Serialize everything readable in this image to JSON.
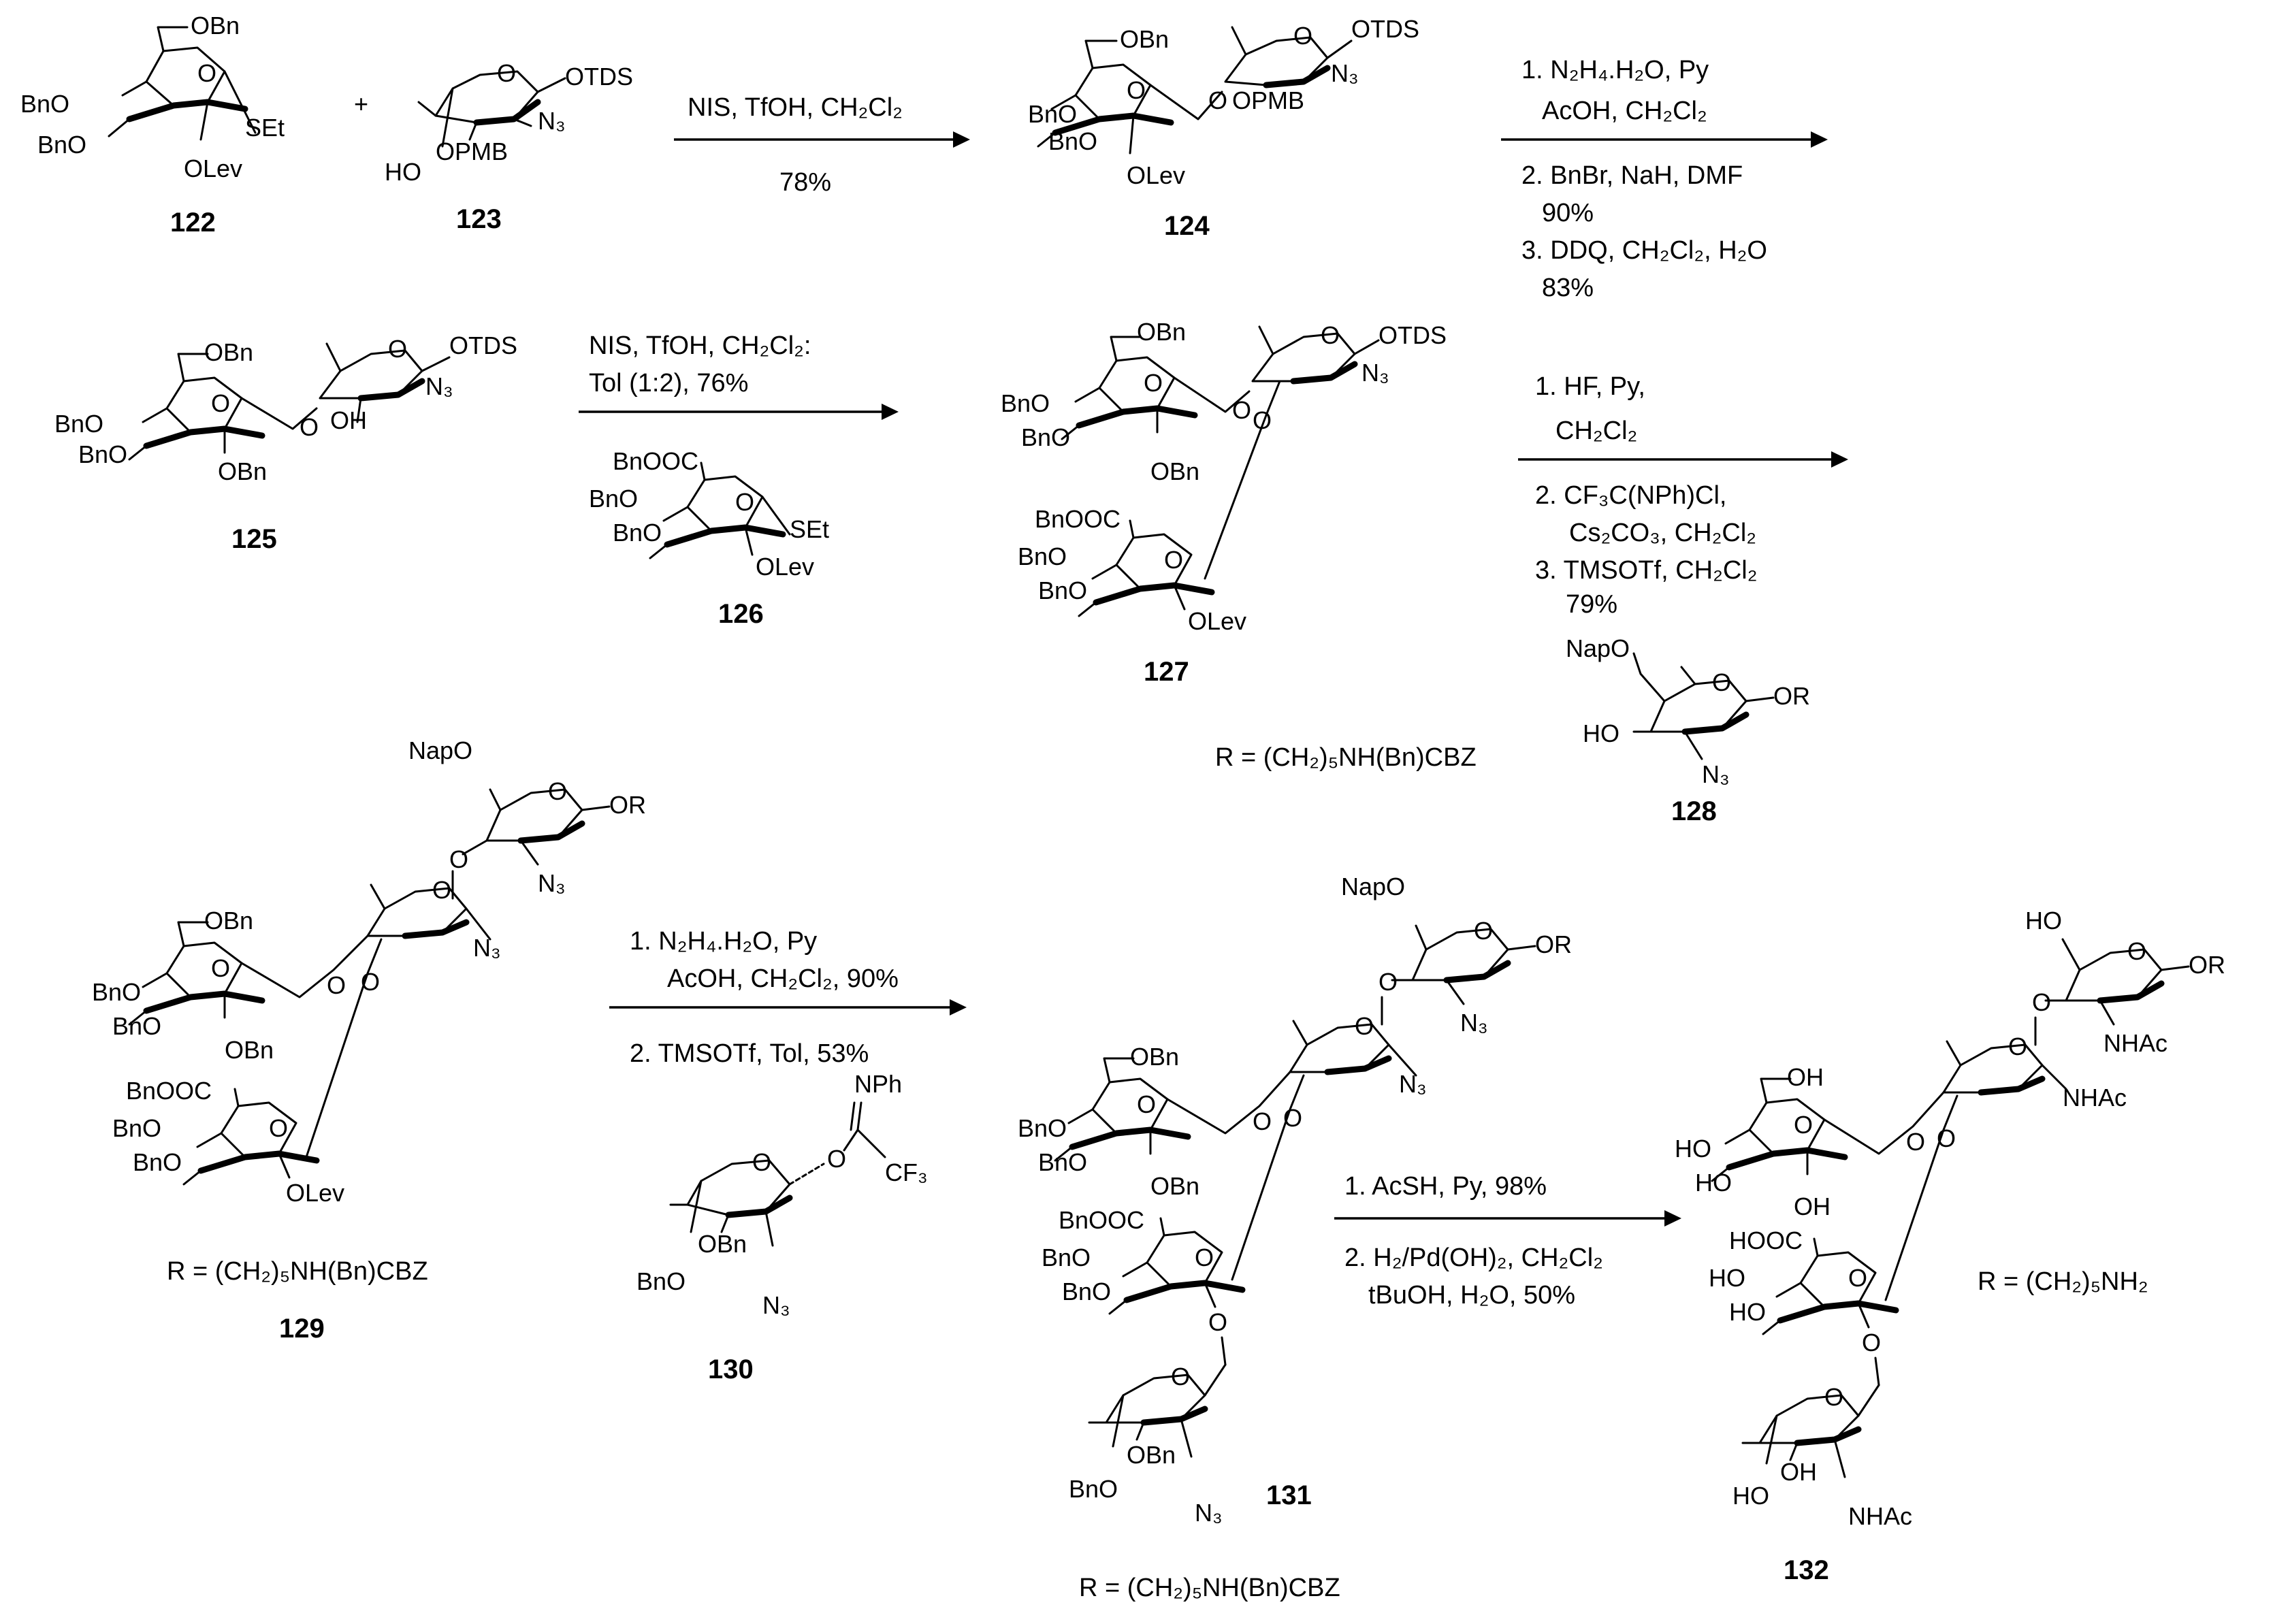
{
  "compounds": {
    "c122": "122",
    "c123": "123",
    "c124": "124",
    "c125": "125",
    "c126": "126",
    "c127": "127",
    "c128": "128",
    "c129": "129",
    "c130": "130",
    "c131": "131",
    "c132": "132"
  },
  "labels": {
    "OBn": "OBn",
    "BnO": "BnO",
    "SEt": "SEt",
    "OLev": "OLev",
    "OTDS": "OTDS",
    "N3": "N₃",
    "OPMB": "OPMB",
    "HO": "HO",
    "OH": "OH",
    "BnOOC": "BnOOC",
    "HOOC": "HOOC",
    "NapO": "NapO",
    "OR": "OR",
    "NHAc": "NHAc",
    "NPh": "NPh",
    "CF3": "CF₃",
    "O": "O",
    "plus": "+"
  },
  "conditions": {
    "step1_top": "NIS, TfOH, CH₂Cl₂",
    "step1_yield": "78%",
    "step2_line1": "1. N₂H₄.H₂O, Py",
    "step2_line2": "AcOH, CH₂Cl₂",
    "step2_line3": "2. BnBr, NaH, DMF",
    "step2_line4": "90%",
    "step2_line5": "3. DDQ, CH₂Cl₂, H₂O",
    "step2_line6": "83%",
    "step3_line1": "NIS, TfOH, CH₂Cl₂:",
    "step3_line2": "Tol (1:2), 76%",
    "step4_line1": "1. HF, Py,",
    "step4_line2": "CH₂Cl₂",
    "step4_line3": "2. CF₃C(NPh)Cl,",
    "step4_line4": "Cs₂CO₃, CH₂Cl₂",
    "step4_line5": "3. TMSOTf, CH₂Cl₂",
    "step4_line6": "79%",
    "step5_line1": "1. N₂H₄.H₂O, Py",
    "step5_line2": "AcOH, CH₂Cl₂, 90%",
    "step5_line3": "2. TMSOTf, Tol, 53%",
    "step6_line1": "1. AcSH, Py, 98%",
    "step6_line2": "2. H₂/Pd(OH)₂, CH₂Cl₂",
    "step6_line3": "tBuOH, H₂O, 50%"
  },
  "r_definitions": {
    "r_cbz": "R = (CH₂)₅NH(Bn)CBZ",
    "r_amine": "R = (CH₂)₅NH₂"
  }
}
